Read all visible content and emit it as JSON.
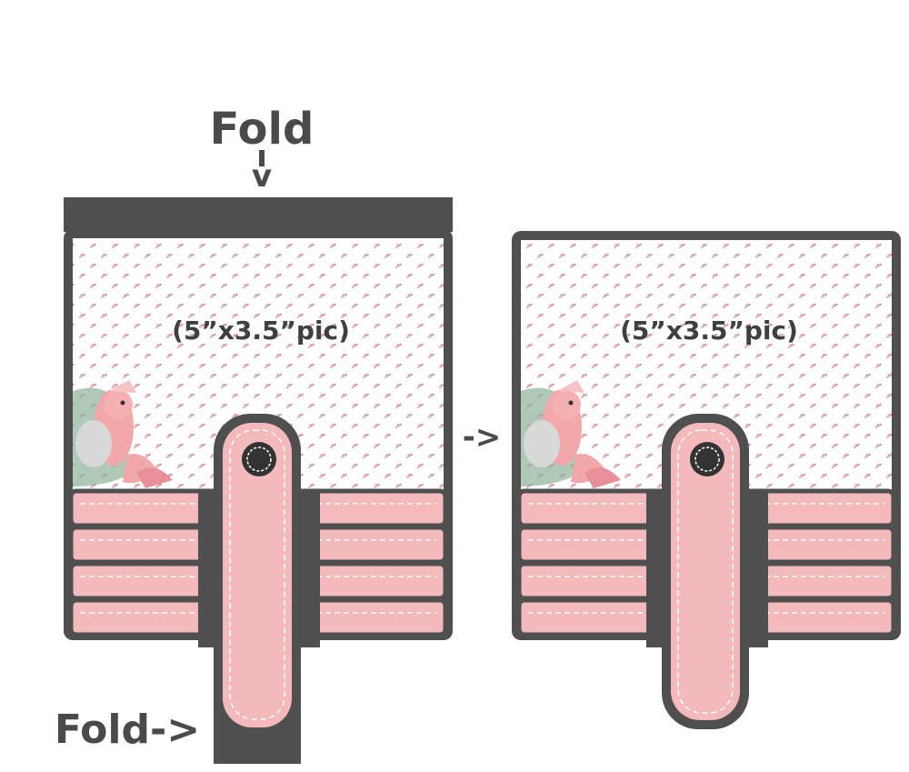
{
  "labels": {
    "fold_top": "Fold",
    "fold_top_arrow": "v",
    "fold_bottom": "Fold->",
    "transition_arrow": "->",
    "pic_size_left": "(5”x3.5”pic)",
    "pic_size_right": "(5”x3.5”pic)"
  },
  "colors": {
    "frame": "#4f4f4f",
    "pink": "#f3b9bb",
    "stitch": "#ffffff",
    "pattern_bird": "#e8a0a8",
    "pattern_bg": "#ffffff"
  }
}
